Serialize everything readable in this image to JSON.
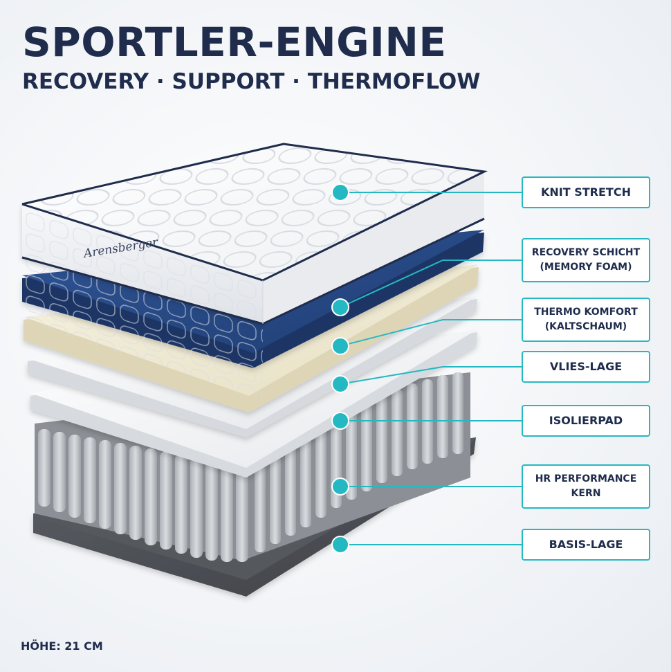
{
  "header": {
    "title": "SPORTLER-ENGINE",
    "subtitle": "RECOVERY · SUPPORT · THERMOFLOW"
  },
  "brand_logo_text": "Arensberger",
  "height_note": "HÖHE: 21 CM",
  "colors": {
    "accent": "#24b9c2",
    "navy": "#1f2c4c",
    "memory_foam": "#284a86",
    "cold_foam": "#f1ecd7",
    "base_layer": "#4f5257"
  },
  "layers": [
    {
      "id": "knit-stretch",
      "line1": "KNIT STRETCH",
      "line2": ""
    },
    {
      "id": "recovery",
      "line1": "RECOVERY SCHICHT",
      "line2": "(MEMORY FOAM)"
    },
    {
      "id": "thermo",
      "line1": "THERMO KOMFORT",
      "line2": "(KALTSCHAUM)"
    },
    {
      "id": "vlies",
      "line1": "VLIES-LAGE",
      "line2": ""
    },
    {
      "id": "isolierpad",
      "line1": "ISOLIERPAD",
      "line2": ""
    },
    {
      "id": "hr-kern",
      "line1": "HR PERFORMANCE",
      "line2": "KERN"
    },
    {
      "id": "basis",
      "line1": "BASIS-LAGE",
      "line2": ""
    }
  ]
}
